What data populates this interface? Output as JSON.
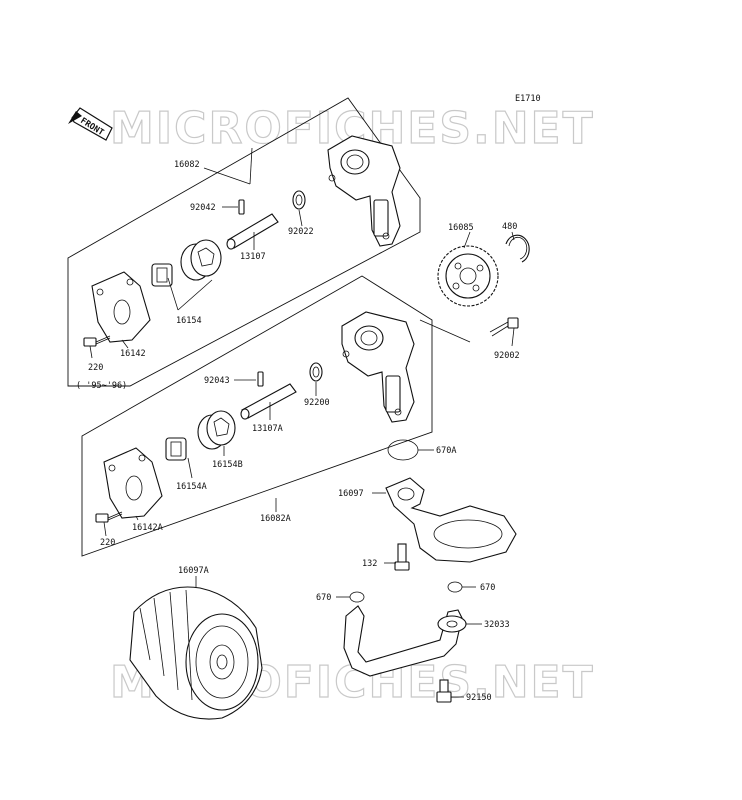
{
  "diagram": {
    "id": "E1710",
    "front_label": "FRONT",
    "watermark": "MICROFICHES.NET",
    "year_note": "( '95~'96)",
    "labels": {
      "p16082": "16082",
      "p92042": "92042",
      "p92022": "92022",
      "p13107": "13107",
      "p16154": "16154",
      "p16142": "16142",
      "p220a": "220",
      "p16085": "16085",
      "p480": "480",
      "p92002": "92002",
      "p92043": "92043",
      "p92200": "92200",
      "p13107A": "13107A",
      "p16154B": "16154B",
      "p16154A": "16154A",
      "p16142A": "16142A",
      "p220b": "220",
      "p16082A": "16082A",
      "p670A": "670A",
      "p16097": "16097",
      "p132": "132",
      "p16097A": "16097A",
      "p670a": "670",
      "p670b": "670",
      "p32033": "32033",
      "p92150": "92150"
    }
  }
}
